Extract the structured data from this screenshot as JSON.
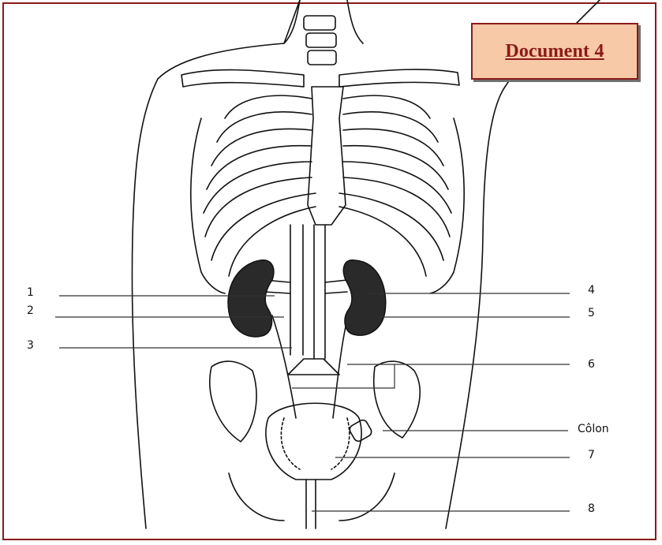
{
  "document": {
    "title": "Document 4"
  },
  "labels": {
    "l1": "1",
    "l2": "2",
    "l3": "3",
    "l4": "4",
    "l5": "5",
    "l6": "6",
    "colon": "Côlon",
    "l7": "7",
    "l8": "8"
  },
  "colors": {
    "frame_border": "#8b1a1a",
    "title_box_fill": "#f7c9a6",
    "title_text": "#8b1a1a",
    "kidney_fill": "#2a2a2a"
  }
}
